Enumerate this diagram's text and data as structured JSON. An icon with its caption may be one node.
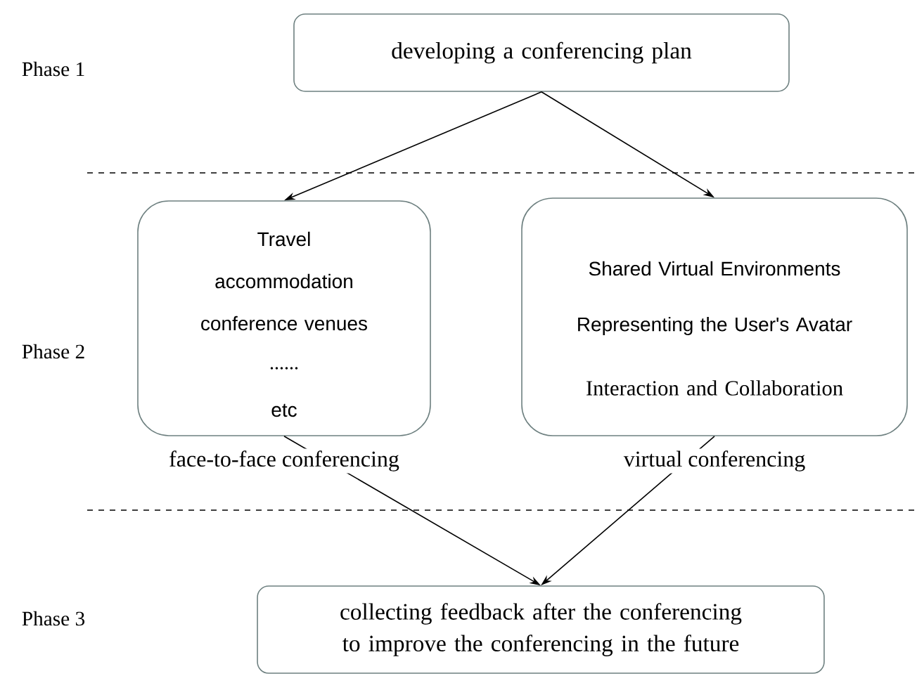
{
  "diagram": {
    "nodes": [
      {
        "text": [
          "developing a conferencing plan"
        ]
      },
      {
        "text": [
          "Travel",
          "accommodation",
          "conference venues",
          "......",
          "etc"
        ],
        "beside": [
          "face-to-face conferencing"
        ]
      },
      {
        "text": [
          "Shared Virtual Environments",
          "Representing the User's Avatar",
          "Interaction and Collaboration"
        ],
        "beside": [
          "virtual conferencing"
        ]
      },
      {
        "text": [
          "collecting feedback after the conferencing to improve the conferencing in the future"
        ]
      }
    ],
    "edges": [
      {
        "from": 0,
        "to": 1,
        "arrow": "to"
      },
      {
        "from": 0,
        "to": 2,
        "arrow": "to"
      },
      {
        "from": 1,
        "to": 3,
        "arrow": "to"
      },
      {
        "from": 2,
        "to": 3,
        "arrow": "to"
      }
    ],
    "labels": [
      "Phase 1",
      "Phase 2",
      "Phase 3"
    ]
  }
}
